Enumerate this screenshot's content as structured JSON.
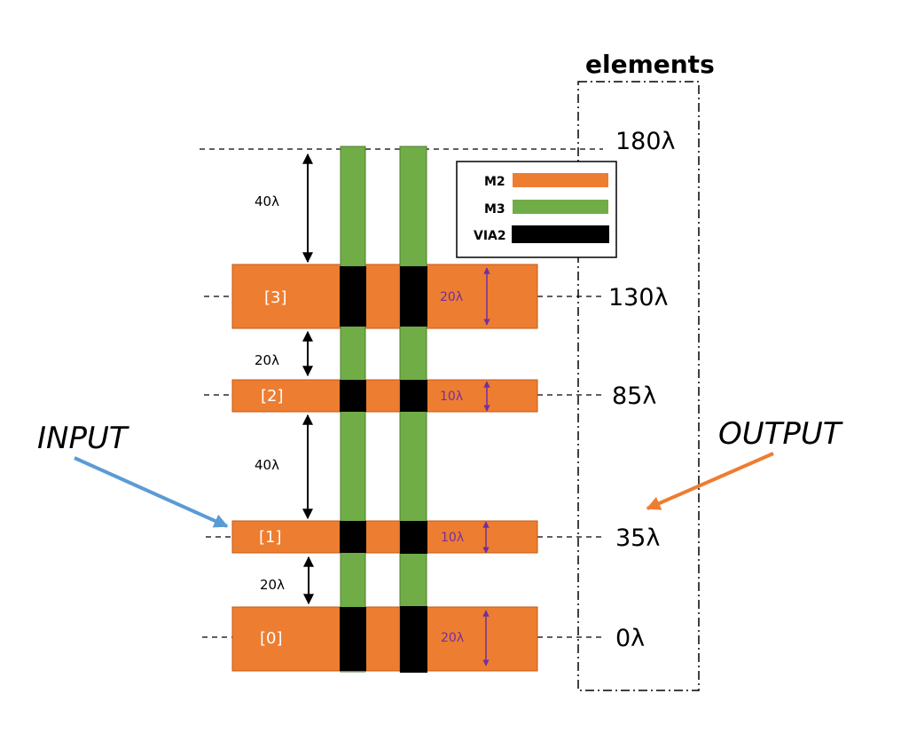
{
  "colors": {
    "m2": "#ED7D31",
    "m3": "#70AD47",
    "via2": "#000000",
    "input_arrow": "#5B9BD5",
    "output_arrow": "#ED7D31",
    "dim_arrow": "#7030A0",
    "lines": "#000000"
  },
  "elements_box": {
    "title": "elements"
  },
  "levels": [
    "180λ",
    "130λ",
    "85λ",
    "35λ",
    "0λ"
  ],
  "legend": {
    "items": [
      {
        "label": "M2",
        "swatch": "m2"
      },
      {
        "label": "M3",
        "swatch": "m3"
      },
      {
        "label": "VIA2",
        "swatch": "via2"
      }
    ]
  },
  "bars": [
    {
      "label": "[3]",
      "width_label": "20λ"
    },
    {
      "label": "[2]",
      "width_label": "10λ"
    },
    {
      "label": "[1]",
      "width_label": "10λ"
    },
    {
      "label": "[0]",
      "width_label": "20λ"
    }
  ],
  "gaps": [
    "40λ",
    "20λ",
    "40λ",
    "20λ"
  ],
  "annotations": {
    "input": "INPUT",
    "output": "OUTPUT"
  }
}
